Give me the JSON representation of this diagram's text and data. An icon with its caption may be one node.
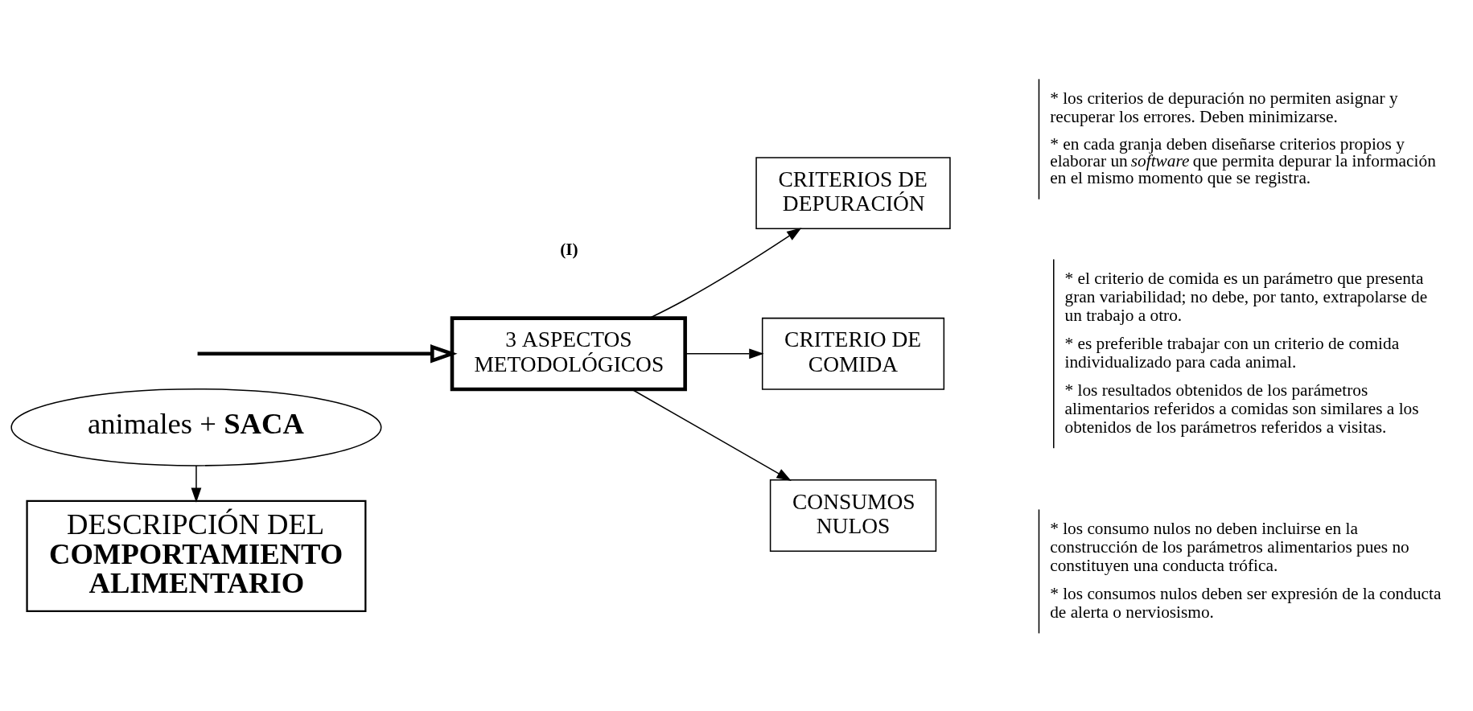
{
  "diagram": {
    "nodes": [
      {
        "text": [
          "animales + **SACA**"
        ]
      },
      {
        "text": [
          "DESCRIPCIÓN DEL **COMPORTAMIENTO ALIMENTARIO**"
        ]
      },
      {
        "text": [
          "3 ASPECTOS METODOLÓGICOS"
        ],
        "beside": [
          "(I)"
        ]
      },
      {
        "text": [
          "CRITERIOS DE DEPURACIÓN"
        ],
        "beside": [
          "* los criterios de depuración no permiten asignar y recuperar los errores. Deben minimizarse.",
          "* en cada granja deben diseñarse criterios propios y elaborar un *software* que permita depurar la información en el mismo momento que se registra."
        ]
      },
      {
        "text": [
          "CRITERIO DE COMIDA"
        ],
        "beside": [
          "* el criterio de comida es un parámetro que presenta gran variabilidad; no debe, por tanto, extrapolarse de un trabajo a otro.",
          "* es preferible trabajar con un criterio de comida individualizado para cada animal.",
          "* los resultados obtenidos de los parámetros alimentarios referidos a comidas son similares a los obtenidos de los parámetros referidos a visitas."
        ]
      },
      {
        "text": [
          "CONSUMOS NULOS"
        ],
        "beside": [
          "* los consumo nulos no deben incluirse en la construcción de los parámetros alimentarios pues no constituyen una conducta trófica.",
          "* los consumos nulos deben ser expresión de la conducta de alerta o nerviosismo."
        ]
      }
    ],
    "edges": [
      {
        "from": 0,
        "to": 1,
        "arrow": "to"
      },
      {
        "from": null,
        "to": 2,
        "arrow": "to",
        "style": "thick"
      },
      {
        "from": 2,
        "to": 3,
        "arrow": "to"
      },
      {
        "from": 2,
        "to": 4,
        "arrow": "to"
      },
      {
        "from": 2,
        "to": 5,
        "arrow": "to"
      }
    ]
  }
}
